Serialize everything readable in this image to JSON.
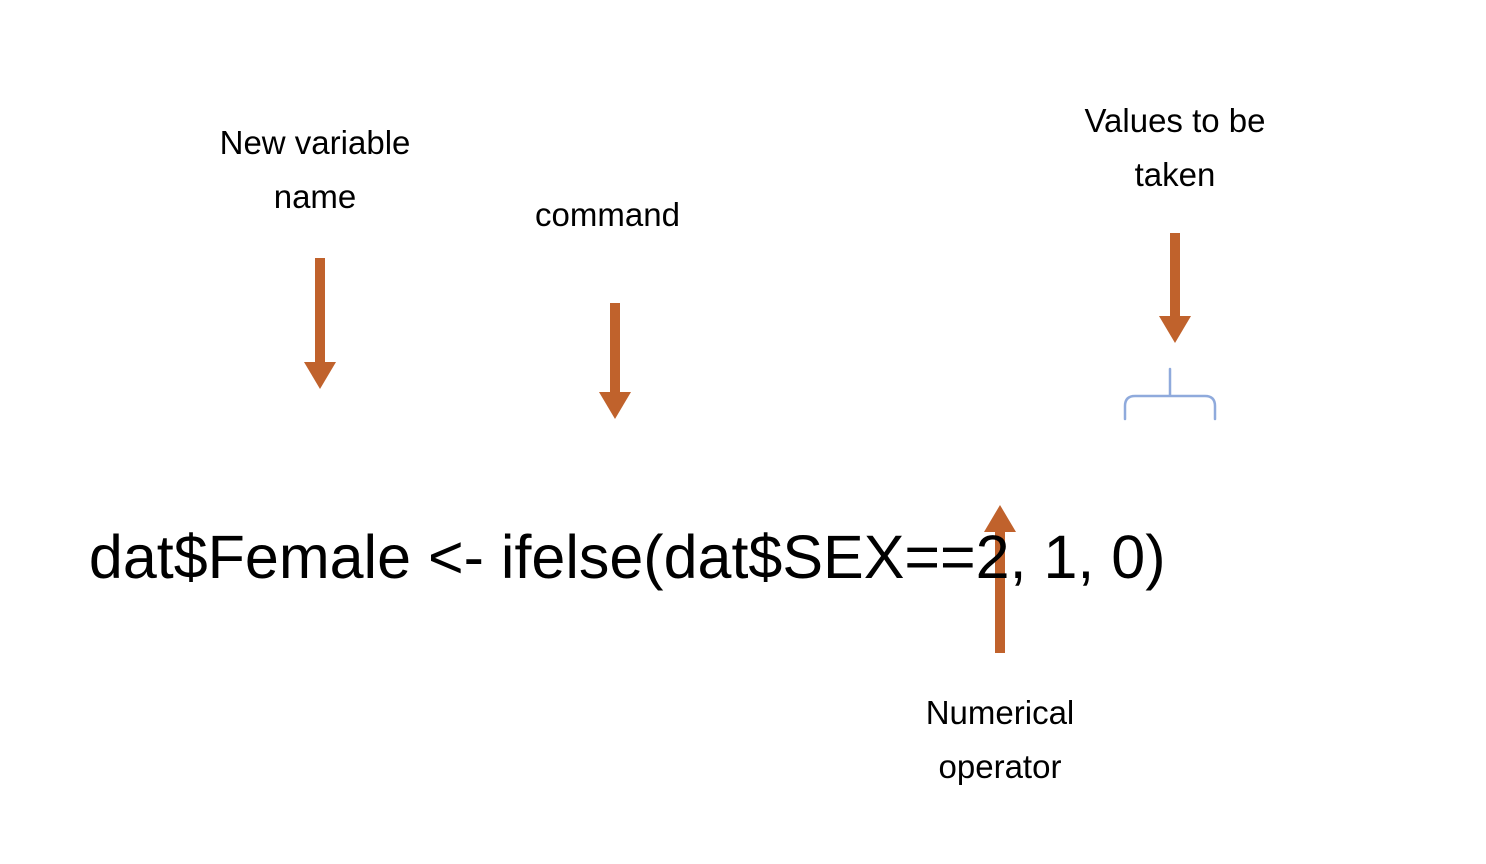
{
  "colors": {
    "arrow": "#C0622C",
    "brace": "#8FAADC",
    "text": "#000000",
    "background": "#FFFFFF"
  },
  "annotations": {
    "new_variable": {
      "label": "New variable name"
    },
    "command": {
      "label": "command"
    },
    "values": {
      "label": "Values to be taken"
    },
    "operator": {
      "label": "Numerical operator"
    }
  },
  "code": {
    "full": "dat$Female <- ifelse(dat$SEX==2, 1, 0)",
    "parts": {
      "new_variable": "dat$Female",
      "assignment": " <- ",
      "command": "ifelse(",
      "condition_variable": "dat$SEX",
      "operator": "==",
      "test_value": "2, ",
      "values": "1, 0",
      "close_paren": ")"
    }
  }
}
